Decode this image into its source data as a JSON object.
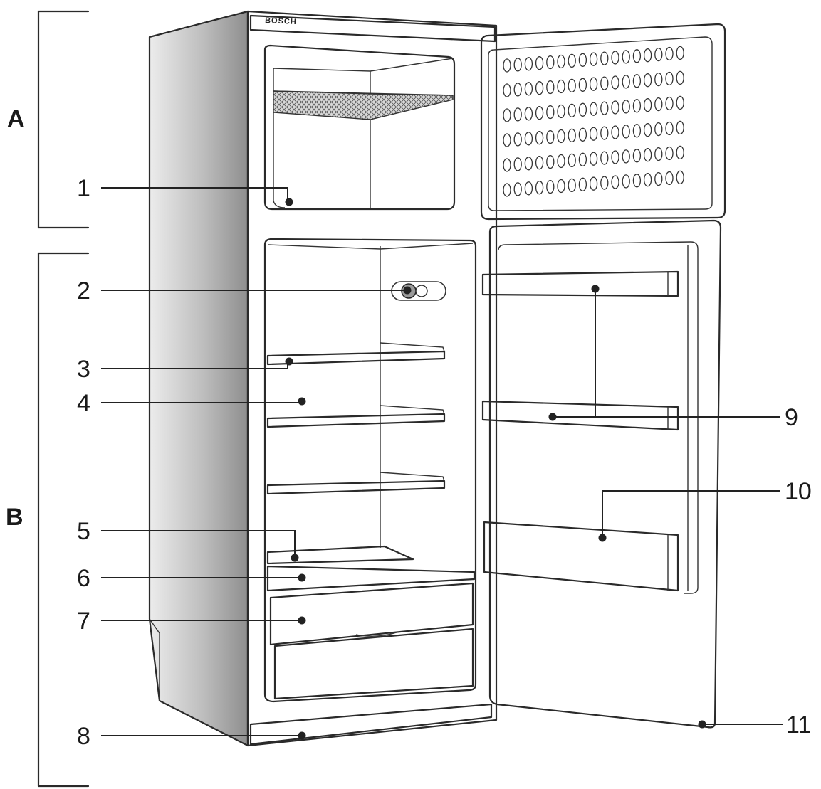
{
  "brand": "BOSCH",
  "sections": [
    {
      "letter": "A"
    },
    {
      "letter": "B"
    }
  ],
  "callouts": [
    {
      "number": "1"
    },
    {
      "number": "2"
    },
    {
      "number": "3"
    },
    {
      "number": "4"
    },
    {
      "number": "5"
    },
    {
      "number": "6"
    },
    {
      "number": "7"
    },
    {
      "number": "8"
    },
    {
      "number": "9"
    },
    {
      "number": "10"
    },
    {
      "number": "11"
    }
  ]
}
